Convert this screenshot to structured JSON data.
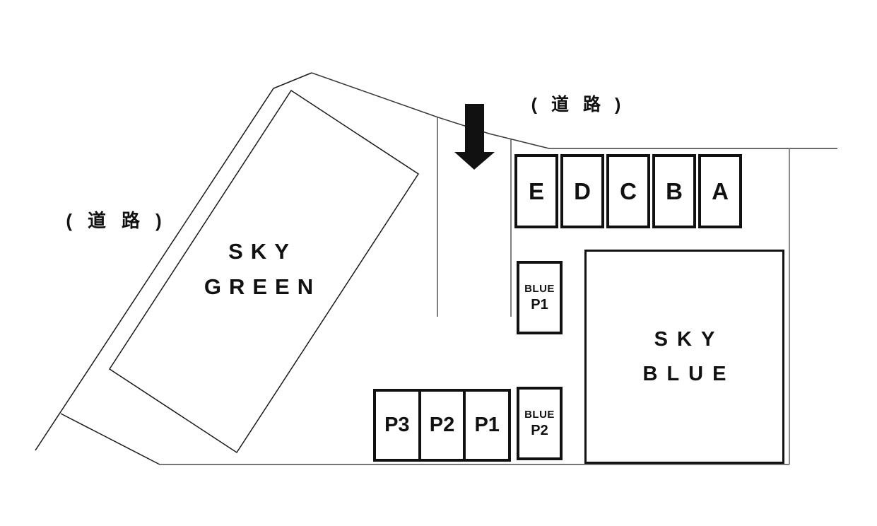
{
  "diagram": {
    "type": "parking-site-plan",
    "road_label_left": "(道路)",
    "road_label_top": "(道路)",
    "buildings": {
      "green": {
        "line1": "SKY",
        "line2": "GREEN"
      },
      "blue": {
        "line1": "SKY",
        "line2": "BLUE"
      }
    },
    "parking_top": {
      "spaces": [
        "E",
        "D",
        "C",
        "B",
        "A"
      ]
    },
    "parking_bottom": {
      "spaces": [
        "P3",
        "P2",
        "P1"
      ]
    },
    "blue_spots": {
      "p1": {
        "line1": "BLUE",
        "line2": "P1"
      },
      "p2": {
        "line1": "BLUE",
        "line2": "P2"
      }
    },
    "icons": {
      "entrance_arrow": "down-arrow"
    },
    "colors": {
      "line": "#1a1a1a",
      "boundary_gray": "#777777",
      "background": "#ffffff"
    }
  }
}
